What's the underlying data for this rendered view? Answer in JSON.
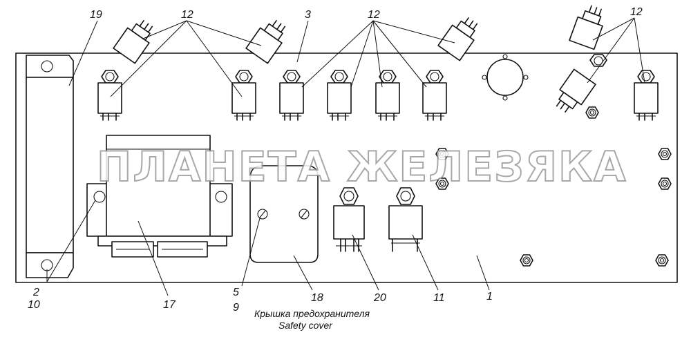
{
  "watermark": "ПЛАНЕТА ЖЕЛЕЗЯКА",
  "caption": {
    "ru": "Крышка предохранителя",
    "en": "Safety cover"
  },
  "callouts": {
    "n1": "1",
    "n2": "2",
    "n3": "3",
    "n5": "5",
    "n9": "9",
    "n10": "10",
    "n11": "11",
    "n12a": "12",
    "n12b": "12",
    "n12c": "12",
    "n17": "17",
    "n18": "18",
    "n19": "19",
    "n20": "20"
  }
}
